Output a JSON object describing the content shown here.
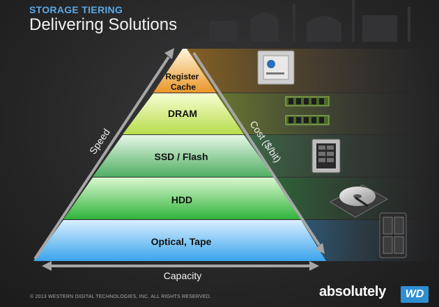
{
  "header": {
    "subtitle": "STORAGE TIERING",
    "title": "Delivering Solutions"
  },
  "pyramid": {
    "tiers": [
      {
        "label_lines": [
          "Register",
          "Cache"
        ]
      },
      {
        "label_lines": [
          "DRAM"
        ]
      },
      {
        "label_lines": [
          "SSD / Flash"
        ]
      },
      {
        "label_lines": [
          "HDD"
        ]
      },
      {
        "label_lines": [
          "Optical, Tape"
        ]
      }
    ],
    "axes": {
      "speed": "Speed",
      "cost": "Cost ($/bit)",
      "capacity": "Capacity"
    }
  },
  "device_icons": [
    "cpu-chip-icon",
    "ram-module-icon",
    "ssd-drive-icon",
    "hard-disk-icon",
    "nas-enclosure-icon"
  ],
  "footer": {
    "copyright": "© 2013 WESTERN DIGITAL TECHNOLOGIES, INC. ALL RIGHTS RESERVED.",
    "tagline": "absolutely",
    "logo_text": "WD"
  },
  "colors": {
    "accent": "#5aa9e6",
    "register_cache": "#f0a53c",
    "dram": "#cfe872",
    "ssd_flash": "#6cc07a",
    "hdd": "#3fc14a",
    "optical_tape": "#58b3ef",
    "brand": "#2f8ed1"
  }
}
